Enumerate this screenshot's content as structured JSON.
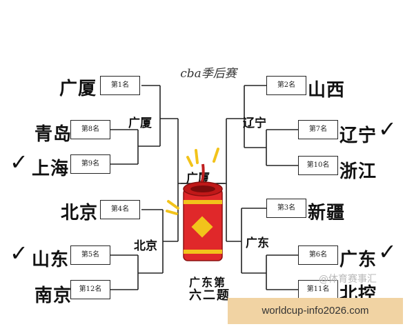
{
  "title": "cba季后赛",
  "teams": {
    "guangsha": "广厦",
    "qingdao": "青岛",
    "shanghai": "上海",
    "beijing": "北京",
    "shandong": "山东",
    "nanjing": "南京",
    "shanxi": "山西",
    "liaoning": "辽宁",
    "zhejiang": "浙江",
    "xinjiang": "新疆",
    "guangdong": "广东",
    "beikong": "北控"
  },
  "seeds": {
    "s1": "第1名",
    "s8": "第8名",
    "s9": "第9名",
    "s4": "第4名",
    "s5": "第5名",
    "s12": "第12名",
    "s2": "第2名",
    "s7": "第7名",
    "s10": "第10名",
    "s3": "第3名",
    "s6": "第6名",
    "s11": "第11名"
  },
  "winners": {
    "left_top": "广厦",
    "left_bottom": "北京",
    "right_top": "辽宁",
    "right_bottom": "广东",
    "semifinal": "广厦"
  },
  "checks": [
    "✓",
    "✓",
    "✓",
    "✓"
  ],
  "firework_text": [
    "广东第",
    "六二题"
  ],
  "watermark": "@体育赛事汇",
  "banner": "worldcup-info2026.com"
}
